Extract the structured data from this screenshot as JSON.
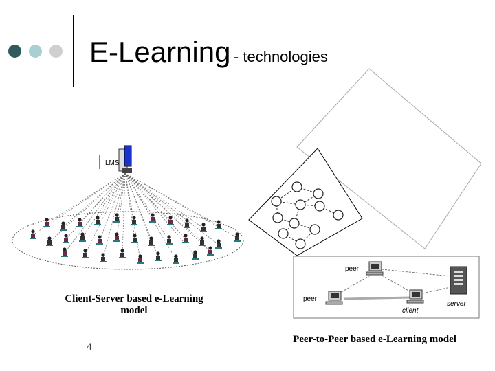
{
  "title": {
    "main": "E-Learning",
    "sub": "- technologies"
  },
  "client_server": {
    "server_label": "LMS",
    "caption_line1": "Client-Server based e-Learning",
    "caption_line2": "model"
  },
  "p2p_detail": {
    "peer_top": "peer",
    "peer_left": "peer",
    "client": "client",
    "server": "server"
  },
  "p2p_caption": "Peer-to-Peer based e-Learning model",
  "page_number": "4",
  "colors": {
    "dot_dark": "#2f5a5e",
    "dot_mid": "#a8cfd2",
    "dot_light": "#cfcfcf",
    "monitor": "#1a33cc"
  }
}
